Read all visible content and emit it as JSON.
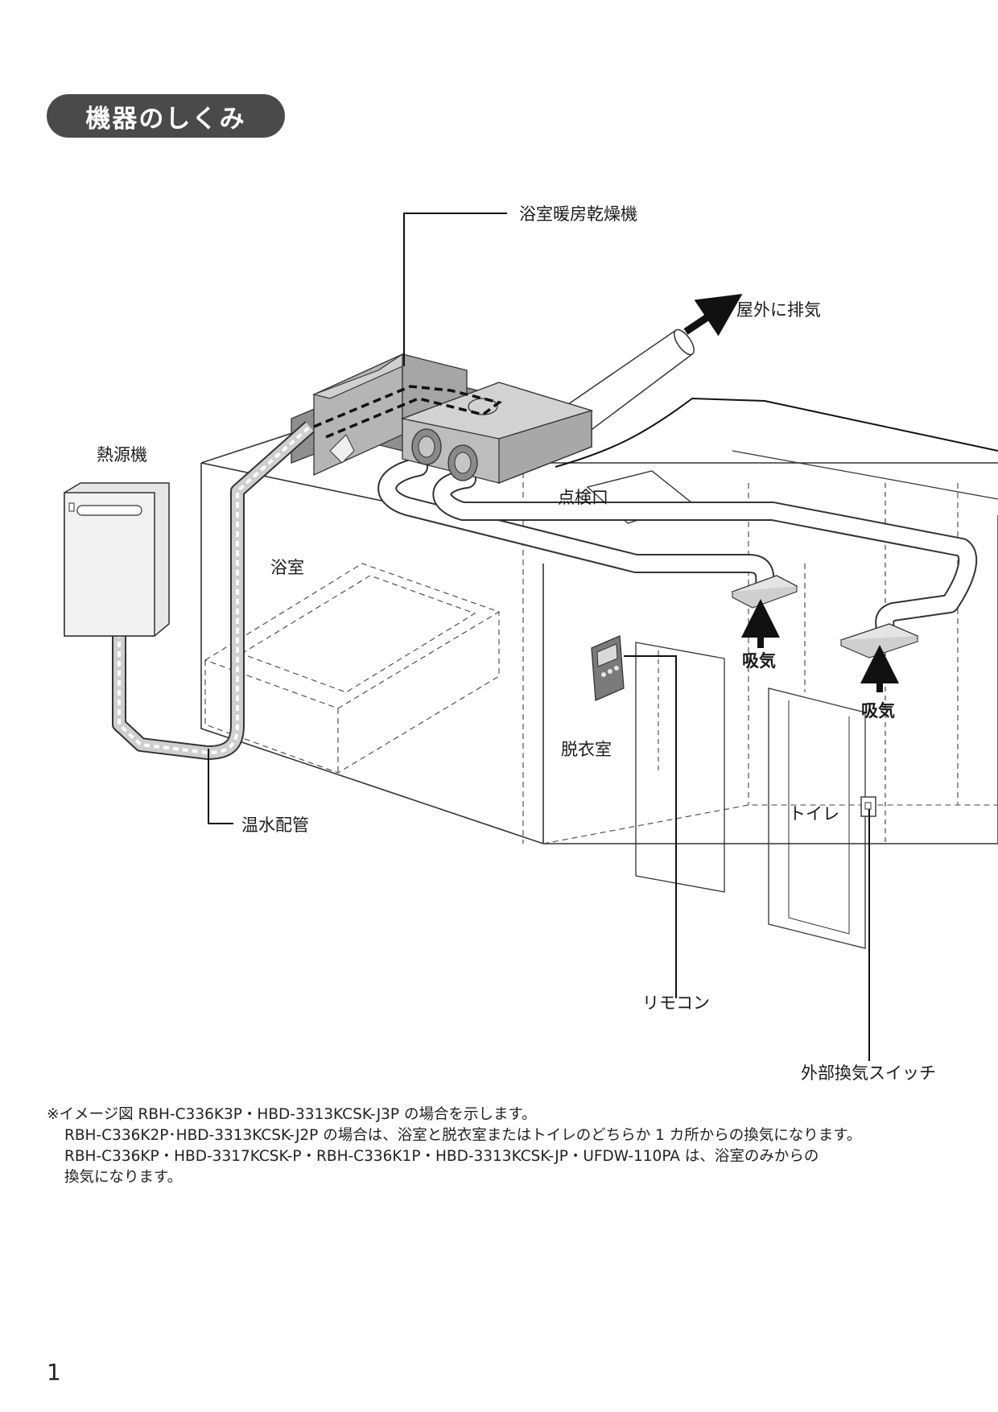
{
  "title": "機器のしくみ",
  "labels": {
    "dryer": "浴室暖房乾燥機",
    "exhaust": "屋外に排気",
    "heat_source": "熱源機",
    "bathroom": "浴室",
    "inspection": "点検口",
    "intake1": "吸気",
    "intake2": "吸気",
    "dressing_room": "脱衣室",
    "toilet": "トイレ",
    "hot_water_pipe": "温水配管",
    "remote": "リモコン",
    "ext_switch": "外部換気スイッチ"
  },
  "notes": [
    "※イメージ図 RBH-C336K3P・HBD-3313KCSK-J3P の場合を示します。",
    "RBH-C336K2P･HBD-3313KCSK-J2P の場合は、浴室と脱衣室またはトイレのどちらか 1 カ所からの換気になります。",
    "RBH-C336KP・HBD-3317KCSK-P・RBH-C336K1P・HBD-3313KCSK-JP・UFDW-110PA は、浴室のみからの",
    "換気になります。"
  ],
  "page_number": "1",
  "colors": {
    "title_bg": "#4a4a4a",
    "unit_gray": "#b9b9b9",
    "line": "#1a1a1a"
  }
}
